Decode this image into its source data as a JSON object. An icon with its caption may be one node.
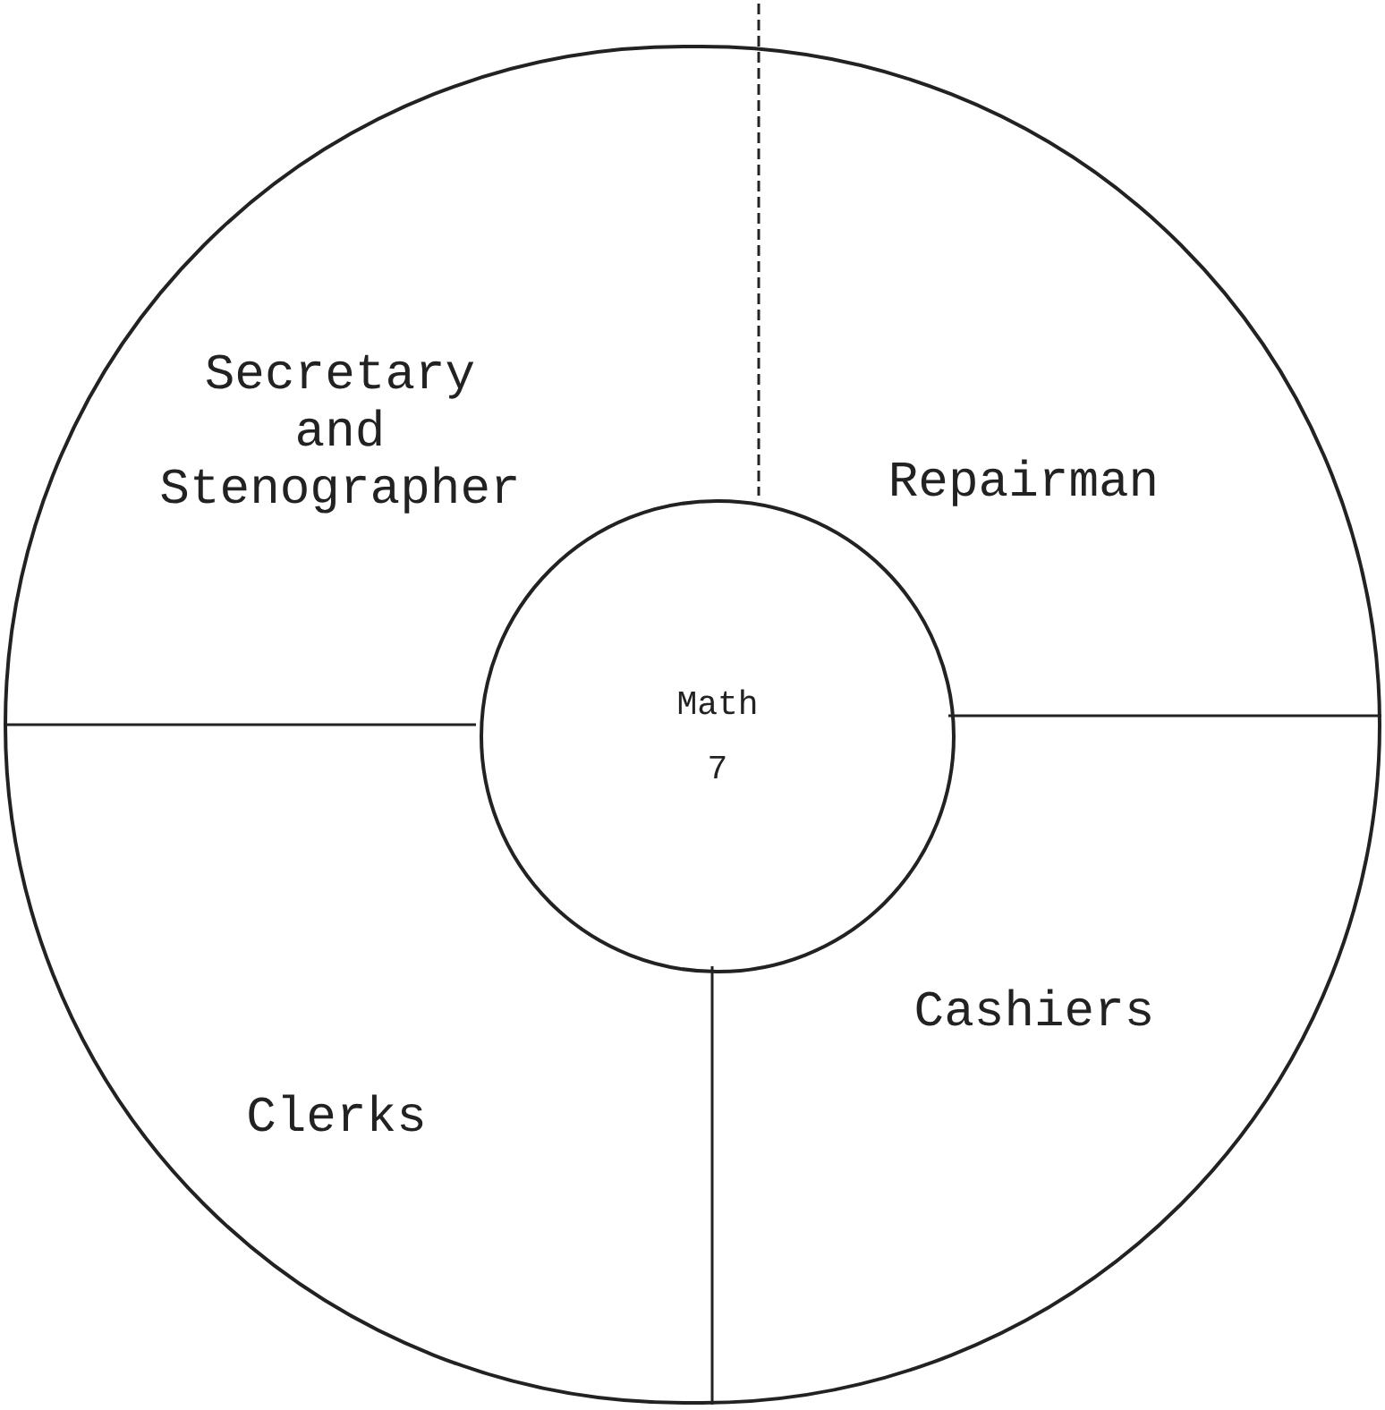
{
  "diagram": {
    "nodes": [
      {
        "text": [],
        "shape": "circle"
      },
      {
        "text": [
          "Math 7"
        ],
        "in": 0
      }
    ],
    "labels": [
      "Secretary and Stenographer",
      "Repairman",
      "Clerks",
      "Cashiers"
    ]
  }
}
